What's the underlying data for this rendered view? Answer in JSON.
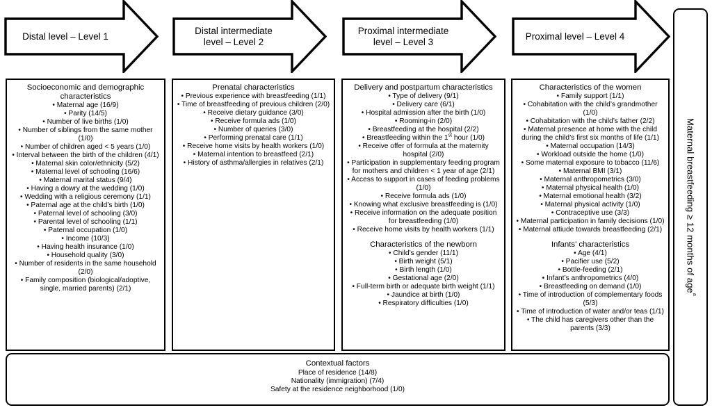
{
  "levels": [
    {
      "label": "Distal level – Level 1"
    },
    {
      "label": "Distal intermediate\nlevel – Level 2"
    },
    {
      "label": "Proximal intermediate\nlevel – Level 3"
    },
    {
      "label": "Proximal level – Level 4"
    }
  ],
  "columns": [
    {
      "title": "Socioeconomic and demographic characteristics",
      "items": [
        "Maternal age (16/9)",
        "Parity (14/5)",
        "Number of live births (1/0)",
        "Number of siblings from the same mother (1/0)",
        "Number of children aged < 5 years (1/0)",
        "Interval between the birth of the children (4/1)",
        "Maternal skin color/ethnicity (5/2)",
        "Maternal level of schooling (16/6)",
        "Maternal marital status (9/4)",
        "Having a dowry at the wedding (1/0)",
        "Wedding with a religious ceremony (1/1)",
        "Paternal age at the child’s birth (1/0)",
        "Paternal level of schooling (3/0)",
        "Parental level of schooling (1/1)",
        "Paternal occupation (1/0)",
        "Income  (10/3)",
        "Having health insurance (1/0)",
        "Household quality (3/0)",
        "Number of residents in the same household (2/0)",
        "Family composition (biological/adoptive, single, married parents) (2/1)"
      ]
    },
    {
      "title": "Prenatal characteristics",
      "items": [
        "Previous experience with breastfeeding (1/1)",
        "Time of breastfeeding of previous children (2/0)",
        "Receive dietary guidance (3/0)",
        "Receive formula ads (1/0)",
        "Number of queries (3/0)",
        "Performing prenatal care (1/1)",
        "Receive home visits by health workers (1/0)",
        "Maternal intention to breastfeed (2/1)",
        "History of asthma/allergies in relatives (2/1)"
      ]
    },
    {
      "title": "Delivery and postpartum characteristics",
      "items": [
        "Type of delivery (9/1)",
        "Delivery care (6/1)",
        "Hospital admission after the birth (1/0)",
        "Rooming-in (2/0)",
        "Breastfeeding at the hospital (2/2)",
        "Breastfeeding within the 1<sup>st</sup> hour (1/0)",
        "Receive offer of formula at the maternity hospital (2/0)",
        "Participation in supplementary feeding program for mothers and children < 1 year of age (2/1)",
        "Access to support in cases of feeding problems (1/0)",
        "Receive formula ads (1/0)",
        "Knowing what exclusive breastfeeding is (1/0)",
        "Receive information on the adequate position for breastfeeding (1/0)",
        "Receive home visits by health workers (1/1)"
      ],
      "subtitle": "Characteristics of the newborn",
      "sub_items": [
        "Child’s gender (11/1)",
        "Birth weight (5/1)",
        "Birth length (1/0)",
        "Gestational age (2/0)",
        "Full-term birth or adequate birth weight (1/1)",
        "Jaundice at birth (1/0)",
        "Respiratory difficulties (1/0)"
      ]
    },
    {
      "title": "Characteristics of the women",
      "items": [
        "Family support (1/1)",
        "Cohabitation with the child’s grandmother (1/0)",
        "Cohabitation with the child’s father (2/2)",
        "Maternal presence at home with the child during the child’s first six months of life (1/1)",
        "Maternal occupation (14/3)",
        "Workload outside the home (1/0)",
        "Some maternal exposure to tobacco (11/6)",
        "Maternal BMI (3/1)",
        "Maternal anthropometrics (3/0)",
        "Maternal physical health (1/0)",
        "Maternal emotional health (3/2)",
        "Maternal physical activity (1/0)",
        "Contraceptive use (3/3)",
        "Maternal participation in family decisions (1/0)",
        "Maternal attiude towards breastfeeding (2/1)"
      ],
      "subtitle": "Infants’ characteristics",
      "sub_items": [
        "Age (4/1)",
        "Pacifier use (5/2)",
        "Bottle-feeding (2/1)",
        "Infant’s anthropometrics (4/0)",
        "Breastfeeding on demand (1/0)",
        "Time of introduction of complementary foods (5/3)",
        "Time of introduction of water and/or teas (1/1)",
        "The child has caregivers other than the parents (3/3)"
      ]
    }
  ],
  "outcome": {
    "text": "Maternal breastfeeding ≥ 12 months of age",
    "footnote_marker": "a"
  },
  "contextual": {
    "title": "Contextual factors",
    "lines": [
      "Place of residence (14/8)",
      "Nationality (immigration) (7/4)",
      "Safety at the residence neighborhood (1/0)"
    ]
  },
  "style": {
    "stroke": "#000000",
    "fill": "#ffffff"
  }
}
